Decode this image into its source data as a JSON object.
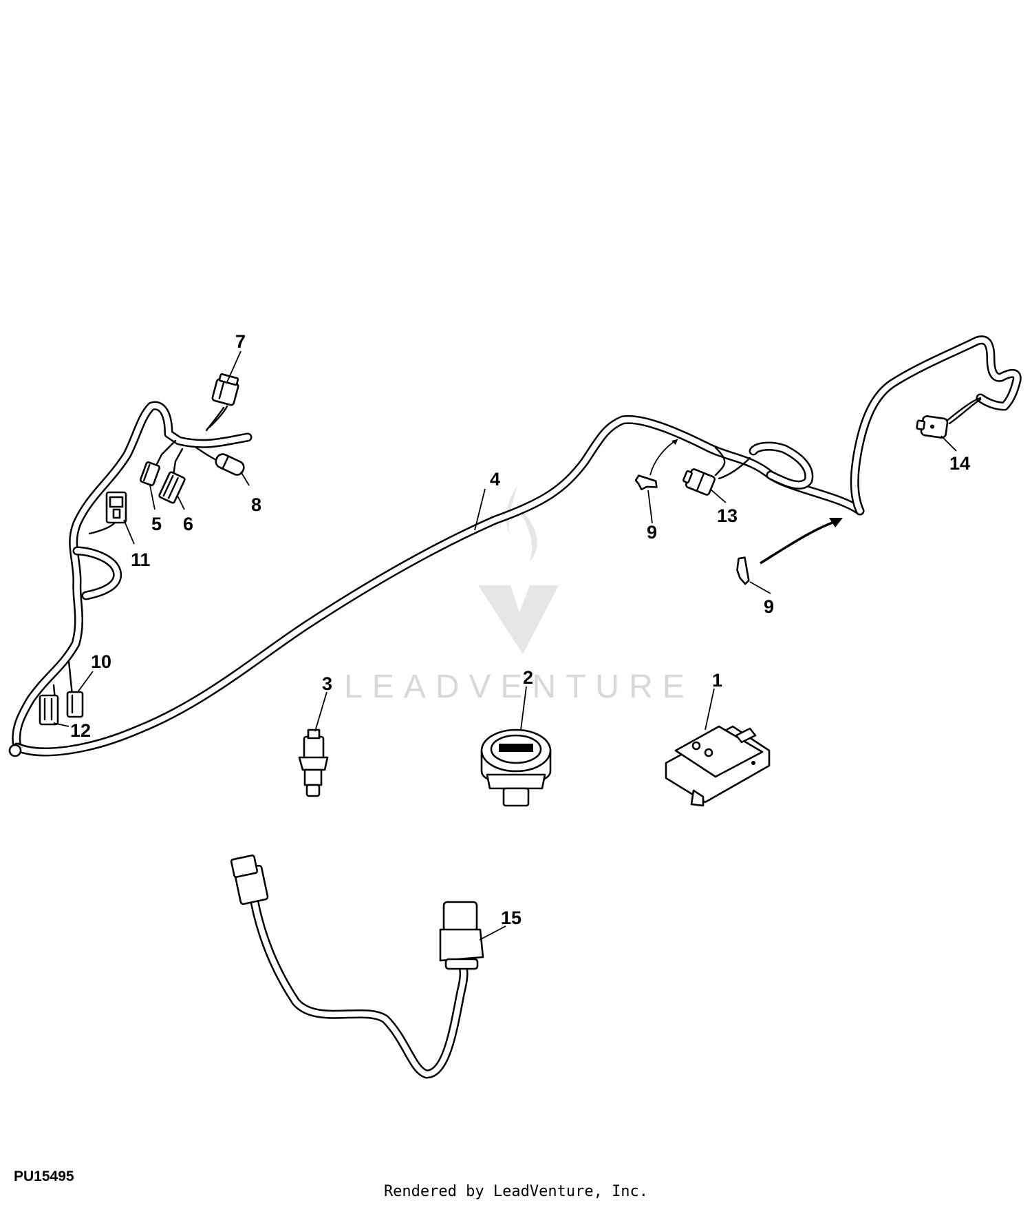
{
  "watermark": {
    "text": "LEADVENTURE"
  },
  "callouts": {
    "c1": "1",
    "c2": "2",
    "c3": "3",
    "c4": "4",
    "c5": "5",
    "c6": "6",
    "c7": "7",
    "c8": "8",
    "c9a": "9",
    "c9b": "9",
    "c10": "10",
    "c11": "11",
    "c12": "12",
    "c13": "13",
    "c14": "14",
    "c15": "15"
  },
  "figure_id": "PU15495",
  "footer": "Rendered by LeadVenture, Inc."
}
